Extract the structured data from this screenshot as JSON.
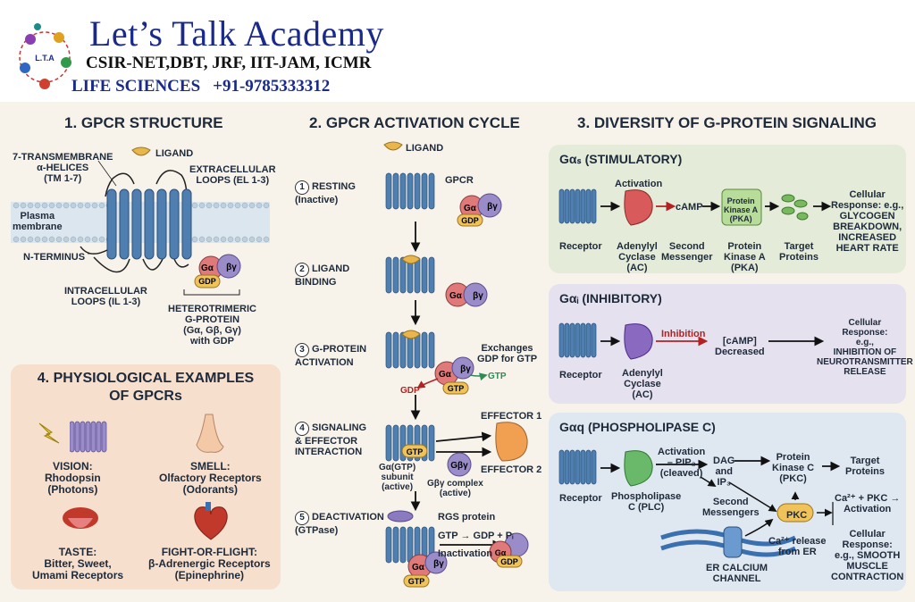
{
  "header": {
    "brand": "Let’s Talk Academy",
    "subtitle": "CSIR-NET,DBT, JRF, IIT-JAM, ICMR",
    "field": "LIFE SCIENCES",
    "phone": "+91-9785333312",
    "logo_text": "L.T.A"
  },
  "colors": {
    "receptor": "#4f7fb0",
    "alpha": "#e07a7a",
    "beta_gamma": "#9a8cc8",
    "gdp": "#f0c35a",
    "stim_panel": "#e4ecd9",
    "inhib_panel": "#e6e1ef",
    "plc_panel": "#dfe8f1",
    "physio_panel": "#f6dfcd"
  },
  "s1": {
    "title": "1. GPCR STRUCTURE",
    "tm": "7-TRANSMEMBRANE\nα-HELICES\n(TM 1-7)",
    "ligand": "LIGAND",
    "el": "EXTRACELLULAR\nLOOPS (EL 1-3)",
    "membrane": "Plasma\nmembrane",
    "nterm": "N-TERMINUS",
    "il": "INTRACELLULAR\nLOOPS (IL 1-3)",
    "hetero": "HETEROTRIMERIC\nG-PROTEIN\n(Gα, Gβ, Gγ)\nwith GDP"
  },
  "gp": {
    "a": "Gα",
    "bg": "βγ",
    "gdp": "GDP",
    "gtp": "GTP",
    "gbg": "Gβγ"
  },
  "s2": {
    "title": "2. GPCR ACTIVATION CYCLE",
    "ligand": "LIGAND",
    "gpcr": "GPCR",
    "steps": [
      {
        "n": "1",
        "label": "RESTING\n(Inactive)"
      },
      {
        "n": "2",
        "label": "LIGAND\nBINDING"
      },
      {
        "n": "3",
        "label": "G-PROTEIN\nACTIVATION"
      },
      {
        "n": "4",
        "label": "SIGNALING\n& EFFECTOR\nINTERACTION"
      },
      {
        "n": "5",
        "label": "DEACTIVATION\n(GTPase)"
      }
    ],
    "exchanges": "Exchanges\nGDP for GTP",
    "effector1": "EFFECTOR 1",
    "effector2": "EFFECTOR 2",
    "ga_gtp": "Gα(GTP)\nsubunit\n(active)",
    "gbg_complex": "Gβγ complex\n(active)",
    "rgs": "RGS protein",
    "hydrolysis": "GTP → GDP + Pᵢ",
    "inactivation": "Inactivation"
  },
  "s3": {
    "title": "3. DIVERSITY OF G-PROTEIN SIGNALING",
    "stim": {
      "title": "Gαₛ (STIMULATORY)",
      "receptor": "Receptor",
      "activation": "Activation",
      "ac": "Adenylyl\nCyclase\n(AC)",
      "camp": "cAMP",
      "second": "Second\nMessenger",
      "pka_box": "Protein\nKinase A\n(PKA)",
      "pka": "Protein\nKinase A\n(PKA)",
      "targets": "Target\nProteins",
      "response": "Cellular\nResponse: e.g.,\nGLYCOGEN\nBREAKDOWN,\nINCREASED\nHEART RATE"
    },
    "inhib": {
      "title": "Gαᵢ (INHIBITORY)",
      "receptor": "Receptor",
      "inhibition": "Inhibition",
      "camp": "[cAMP]\nDecreased",
      "ac": "Adenylyl\nCyclase\n(AC)",
      "response": "Cellular\nResponse:\ne.g.,\nINHIBITION OF\nNEUROTRANSMITTER\nRELEASE"
    },
    "plc": {
      "title": "Gαq (PHOSPHOLIPASE C)",
      "receptor": "Receptor",
      "activation": "Activation\n– PIP₂\n(cleaved)",
      "plc": "Phospholipase\nC (PLC)",
      "dag": "DAG\nand\nIP₃",
      "second": "Second\nMessengers",
      "pkc_label": "Protein\nKinase C\n(PKC)",
      "targets": "Target\nProteins",
      "pkc": "PKC",
      "ca_pkc": "Ca²⁺ + PKC →\nActivation",
      "ca_release": "Ca²⁺ release\nfrom ER",
      "er": "ER CALCIUM\nCHANNEL",
      "response": "Cellular\nResponse:\ne.g., SMOOTH\nMUSCLE\nCONTRACTION"
    }
  },
  "s4": {
    "title": "4. PHYSIOLOGICAL EXAMPLES\nOF GPCRs",
    "vision": "VISION:\nRhodopsin\n(Photons)",
    "smell": "SMELL:\nOlfactory Receptors\n(Odorants)",
    "taste": "TASTE:\nBitter, Sweet,\nUmami Receptors",
    "fight": "FIGHT-OR-FLIGHT:\nβ-Adrenergic Receptors\n(Epinephrine)"
  }
}
